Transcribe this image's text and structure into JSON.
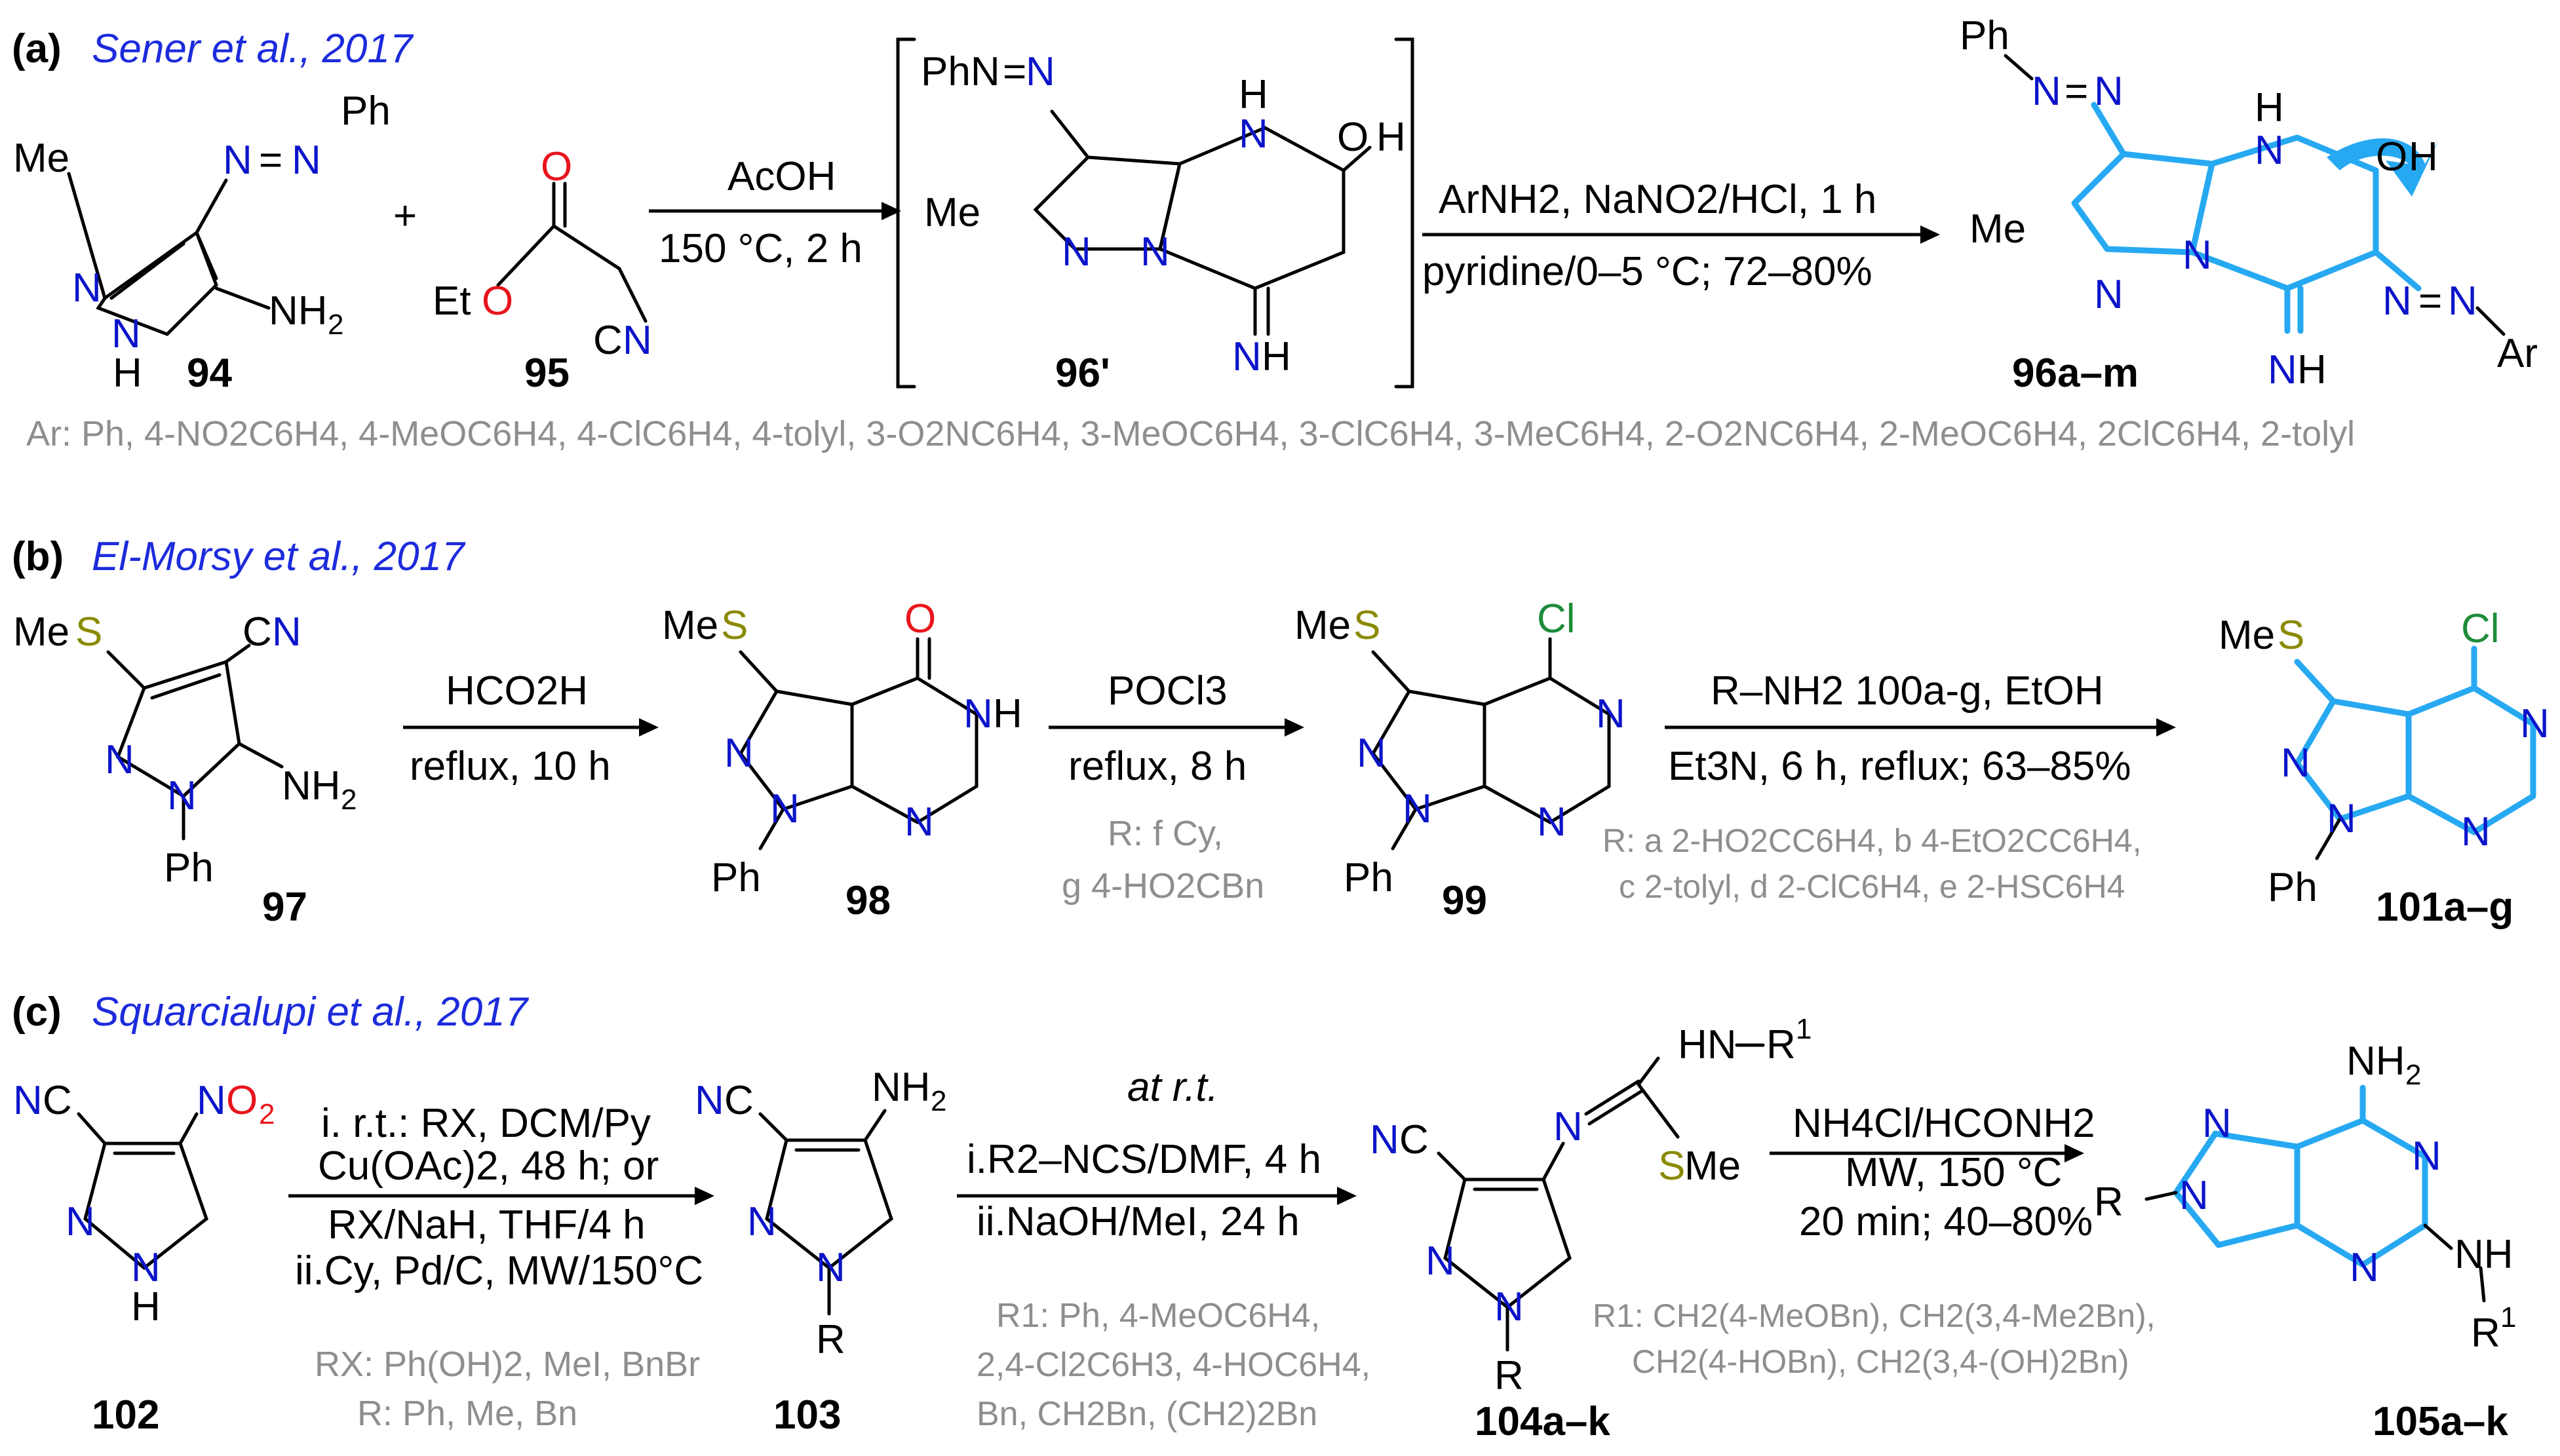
{
  "panels": [
    {
      "id": "a",
      "label": "(a)",
      "citation": "Sener et al., 2017",
      "compounds": [
        "94",
        "95",
        "96'",
        "96a–m"
      ],
      "conditions": [
        {
          "top": "AcOH",
          "bottom": "150 °C, 2 h"
        },
        {
          "top": "ArNH2, NaNO2/HCl, 1 h",
          "bottom": "pyridine/0–5 °C; 72–80%"
        }
      ],
      "substituents": "Ar: Ph, 4-NO2C6H4, 4-MeOC6H4, 4-ClC6H4, 4-tolyl, 3-O2NC6H4, 3-MeOC6H4, 3-ClC6H4, 3-MeC6H4, 2-O2NC6H4, 2-MeOC6H4, 2ClC6H4, 2-tolyl"
    },
    {
      "id": "b",
      "label": "(b)",
      "citation": "El-Morsy et al., 2017",
      "compounds": [
        "97",
        "98",
        "99",
        "101a–g"
      ],
      "conditions": [
        {
          "top": "HCO2H",
          "bottom": "reflux, 10 h"
        },
        {
          "top": "POCl3",
          "bottom": "reflux, 8 h"
        },
        {
          "top": "R–NH2 100a-g, EtOH",
          "bottom": "Et3N, 6 h, reflux; 63–85%"
        }
      ],
      "substituents_1": [
        "R: f Cy,",
        "g 4-HO2CBn"
      ],
      "substituents_2": [
        "R: a 2-HO2CC6H4, b 4-EtO2CC6H4,",
        "c 2-tolyl, d 2-ClC6H4, e 2-HSC6H4"
      ]
    },
    {
      "id": "c",
      "label": "(c)",
      "citation": "Squarcialupi et al., 2017",
      "compounds": [
        "102",
        "103",
        "104a–k",
        "105a–k"
      ],
      "conditions": [
        {
          "lines": [
            "i. r.t.: RX, DCM/Py",
            "Cu(OAc)2, 48 h; or",
            "RX/NaH, THF/4 h",
            "ii.Cy, Pd/C, MW/150°C"
          ]
        },
        {
          "above": "at r.t.",
          "top": "i.R2–NCS/DMF, 4 h",
          "bottom": "ii.NaOH/MeI, 24 h"
        },
        {
          "lines": [
            "NH4Cl/HCONH2",
            "MW, 150 °C",
            "20 min; 40–80%"
          ]
        }
      ],
      "substituents_rx": [
        "RX: Ph(OH)2, MeI, BnBr",
        "R: Ph, Me, Bn"
      ],
      "substituents_r1": [
        "R1: Ph, 4-MeOC6H4,",
        "2,4-Cl2C6H3, 4-HOC6H4,",
        "Bn, CH2Bn, (CH2)2Bn"
      ],
      "substituents_r1b": [
        "R1: CH2(4-MeOBn), CH2(3,4-Me2Bn),",
        "CH2(4-HOBn), CH2(3,4-(OH)2Bn)"
      ]
    }
  ]
}
